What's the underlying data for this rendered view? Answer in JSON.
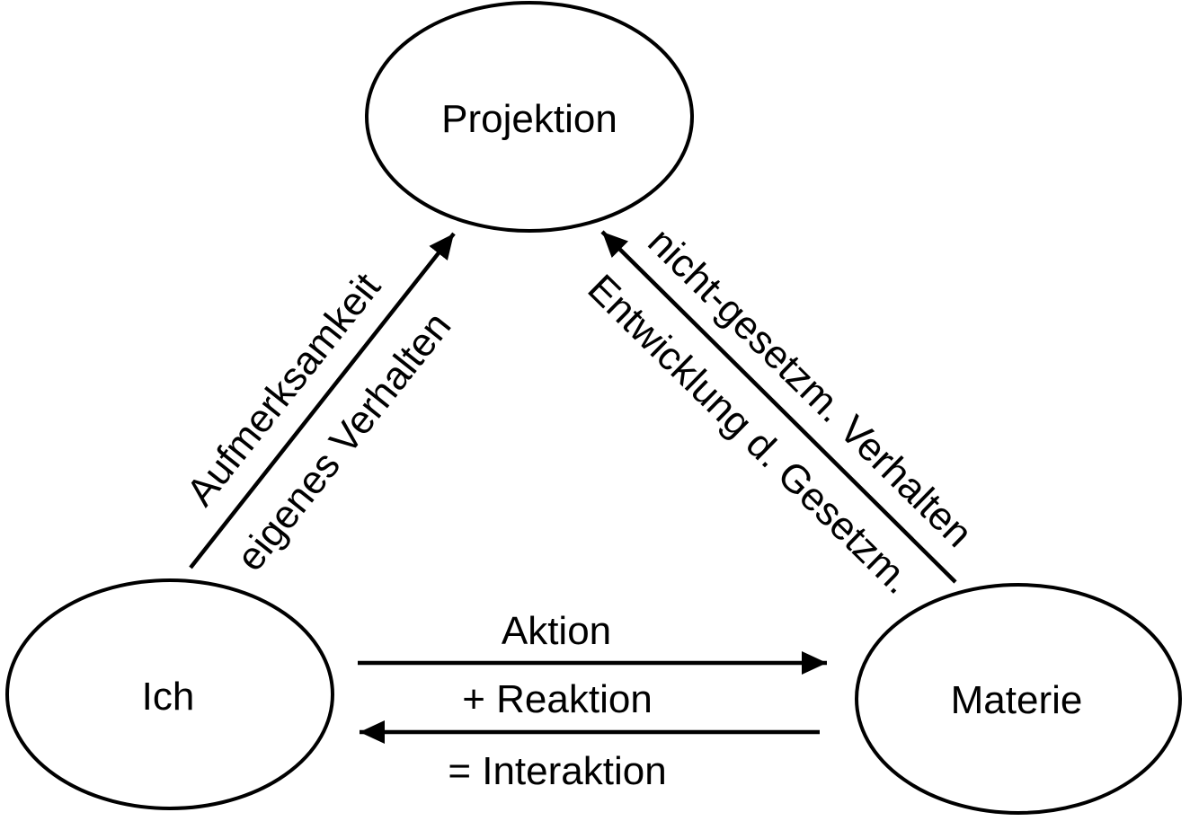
{
  "colors": {
    "stroke": "#000000",
    "background": "#ffffff"
  },
  "nodes": {
    "projektion": {
      "label": "Projektion"
    },
    "ich": {
      "label": "Ich"
    },
    "materie": {
      "label": "Materie"
    }
  },
  "edges": {
    "ich_to_projektion": {
      "from": "Ich",
      "to": "Projektion",
      "labels": [
        "Aufmerksamkeit",
        "eigenes Verhalten"
      ]
    },
    "materie_to_projektion": {
      "from": "Materie",
      "to": "Projektion",
      "labels": [
        "nicht-gesetzm. Verhalten",
        "Entwicklung d. Gesetzm."
      ]
    },
    "ich_to_materie": {
      "from": "Ich",
      "to": "Materie",
      "label": "Aktion"
    },
    "materie_to_ich": {
      "from": "Materie",
      "to": "Ich",
      "labels": [
        "+ Reaktion",
        "= Interaktion"
      ]
    }
  }
}
